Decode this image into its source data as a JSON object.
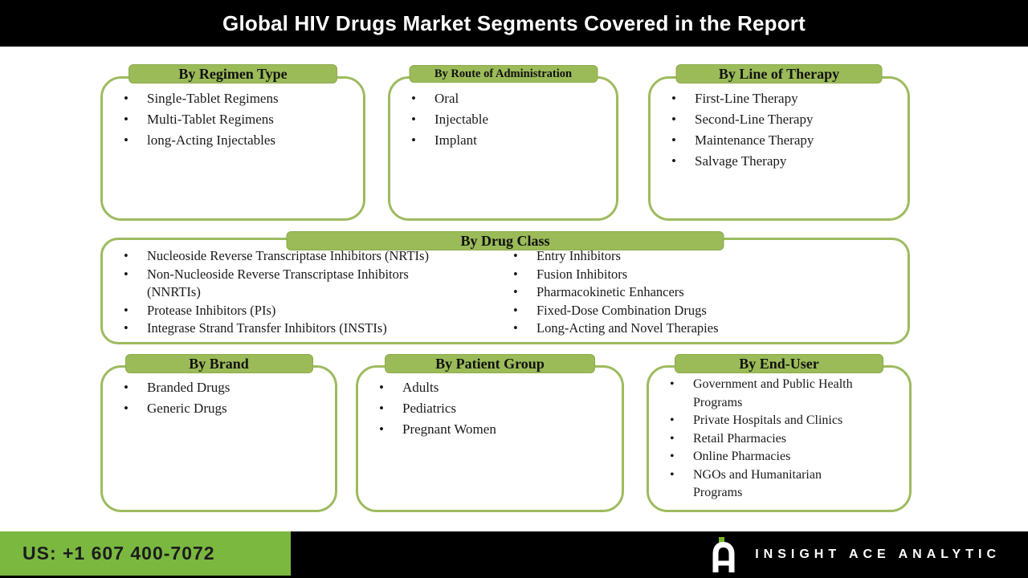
{
  "title": "Global HIV Drugs Market Segments Covered in the Report",
  "colors": {
    "pill_green": "#9bbb59",
    "border_green": "#9dbb5f",
    "footer_green": "#7ab840",
    "bar_black": "#000000"
  },
  "boxes": {
    "regimen": {
      "header": "By Regimen Type",
      "items": [
        "Single-Tablet Regimens",
        "Multi-Tablet Regimens",
        "long-Acting Injectables"
      ]
    },
    "route": {
      "header": "By Route of Administration",
      "items": [
        "Oral",
        "Injectable",
        "Implant"
      ]
    },
    "line_of_therapy": {
      "header": "By Line of Therapy",
      "items": [
        "First-Line Therapy",
        "Second-Line Therapy",
        "Maintenance Therapy",
        "Salvage Therapy"
      ]
    },
    "drug_class": {
      "header": "By Drug Class",
      "col1": [
        "Nucleoside Reverse Transcriptase Inhibitors (NRTIs)",
        "Non-Nucleoside Reverse Transcriptase Inhibitors\n(NNRTIs)",
        "Protease Inhibitors (PIs)",
        "Integrase Strand Transfer Inhibitors (INSTIs)"
      ],
      "col2": [
        "Entry Inhibitors",
        "Fusion Inhibitors",
        "Pharmacokinetic Enhancers",
        "Fixed-Dose Combination Drugs",
        "Long-Acting and Novel Therapies"
      ]
    },
    "brand": {
      "header": "By Brand",
      "items": [
        "Branded Drugs",
        "Generic Drugs"
      ]
    },
    "patient_group": {
      "header": "By Patient Group",
      "items": [
        "Adults",
        "Pediatrics",
        "Pregnant Women"
      ]
    },
    "end_user": {
      "header": "By End-User",
      "items": [
        "Government and Public Health\nPrograms",
        "Private Hospitals and Clinics",
        "Retail Pharmacies",
        "Online Pharmacies",
        "NGOs and Humanitarian\nPrograms"
      ]
    }
  },
  "footer": {
    "phone": "US: +1 607 400-7072",
    "brand": "INSIGHT ACE ANALYTIC"
  }
}
